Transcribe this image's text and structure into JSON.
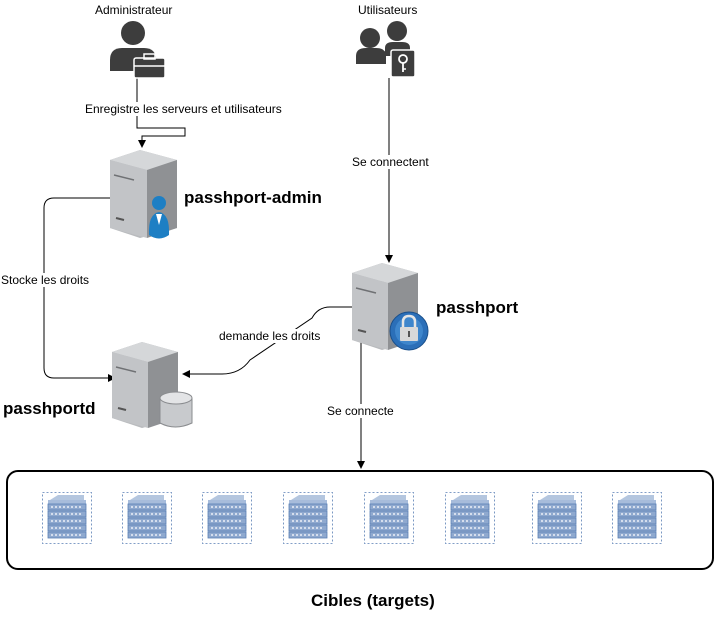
{
  "actors": {
    "admin_label": "Administrateur",
    "users_label": "Utilisateurs"
  },
  "servers": {
    "admin_name": "passhport-admin",
    "main_name": "passhport",
    "daemon_name": "passhportd"
  },
  "edges": {
    "admin_registers": "Enregistre les serveurs et utilisateurs",
    "users_connect": "Se connectent",
    "stores_rights": "Stocke les droits",
    "requests_rights": "demande les droits",
    "connects": "Se connecte"
  },
  "targets": {
    "title": "Cibles (targets)",
    "count": 8
  },
  "colors": {
    "server_gray": "#a9abae",
    "admin_badge": "#1e7fc4",
    "lock_badge": "#2b6fb8",
    "rack_blue": "#5a7fb5",
    "person_dark": "#3d3d3d"
  },
  "icons": [
    "administrator-icon",
    "users-key-icon",
    "admin-server-icon",
    "server-lock-icon",
    "database-server-icon",
    "rack-server-icon"
  ]
}
